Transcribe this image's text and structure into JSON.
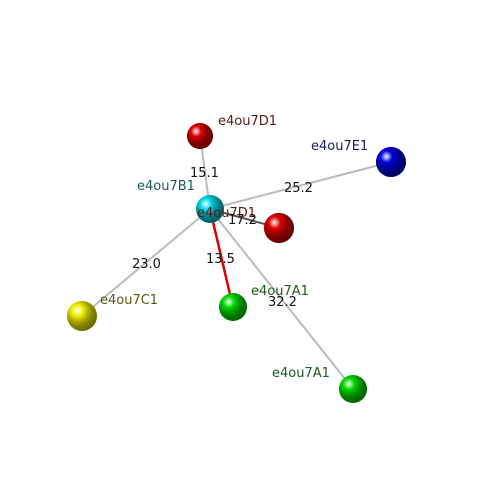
{
  "nodes": [
    {
      "id": "d1_top",
      "label": "e4ou7D1",
      "color": "#e00000",
      "label_color": "#5a1a1a"
    },
    {
      "id": "e1",
      "label": "e4ou7E1",
      "color": "#0000e0",
      "label_color": "#1a1a5a"
    },
    {
      "id": "b1",
      "label": "e4ou7B1",
      "color": "#00d8e8",
      "label_color": "#1a5a5a"
    },
    {
      "id": "d1_mid",
      "label": "e4ou7D1",
      "color": "#e00000",
      "label_color": "#5a1a1a"
    },
    {
      "id": "a1_near",
      "label": "e4ou7A1",
      "color": "#00dd00",
      "label_color": "#1a5a1a"
    },
    {
      "id": "c1",
      "label": "e4ou7C1",
      "color": "#f0f000",
      "label_color": "#5a5a1a"
    },
    {
      "id": "a1_far",
      "label": "e4ou7A1",
      "color": "#00dd00",
      "label_color": "#1a5a1a"
    }
  ],
  "edges": [
    {
      "from": "b1",
      "to": "d1_top",
      "value": "15.1",
      "color": "#bbbbbb"
    },
    {
      "from": "b1",
      "to": "e1",
      "value": "25.2",
      "color": "#bbbbbb"
    },
    {
      "from": "b1",
      "to": "d1_mid",
      "value": "17.2",
      "color": "#555555"
    },
    {
      "from": "b1",
      "to": "a1_near",
      "value": "13.5",
      "color": "#dd0000"
    },
    {
      "from": "b1",
      "to": "c1",
      "value": "23.0",
      "color": "#bbbbbb"
    },
    {
      "from": "b1",
      "to": "a1_far",
      "value": "32.2",
      "color": "#bbbbbb"
    }
  ]
}
